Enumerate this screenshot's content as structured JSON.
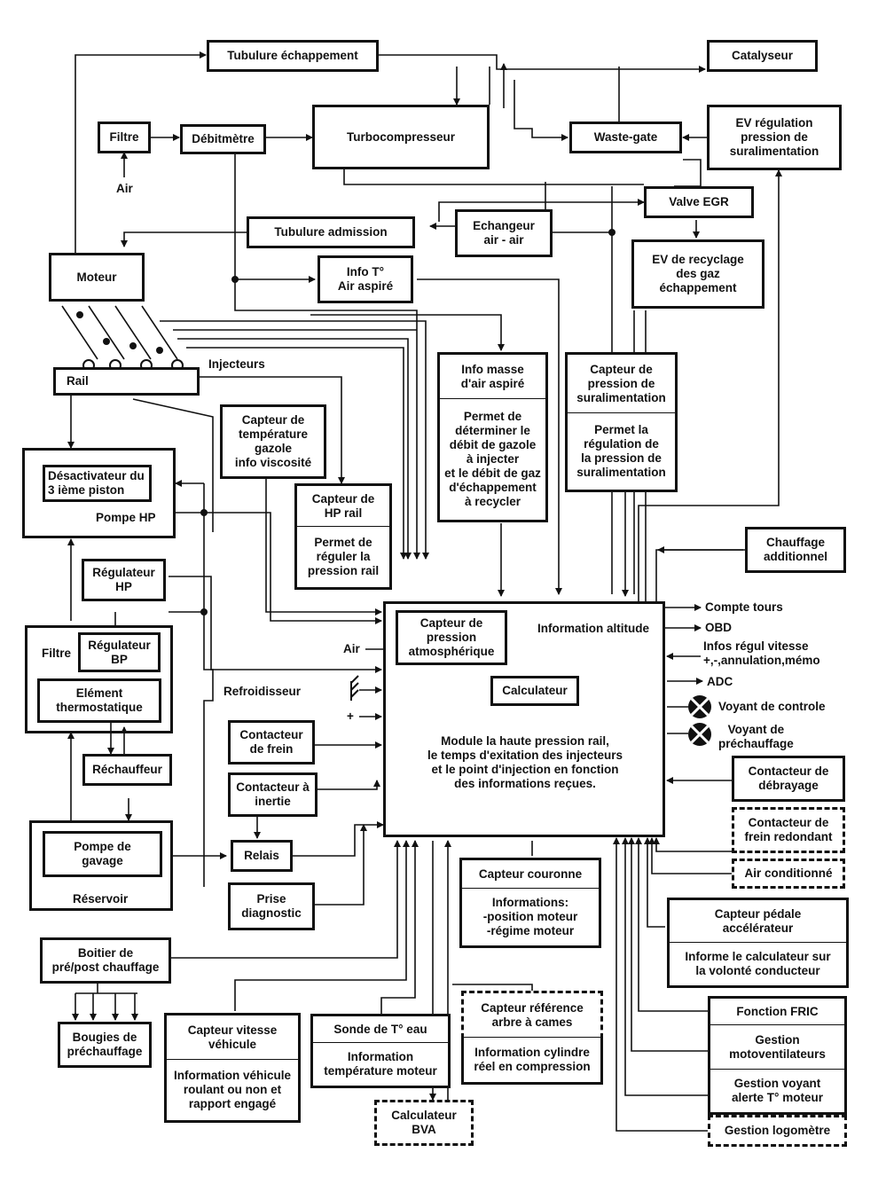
{
  "boxes": {
    "tubulure_echappement": "Tubulure échappement",
    "catalyseur": "Catalyseur",
    "filtre_air": "Filtre",
    "air_in": "Air",
    "debitmetre": "Débitmètre",
    "turbocompresseur": "Turbocompresseur",
    "waste_gate": "Waste-gate",
    "ev_regulation": "EV régulation\npression de\nsuralimentation",
    "valve_egr": "Valve EGR",
    "tubulure_admission": "Tubulure admission",
    "echangeur": "Echangeur\nair - air",
    "ev_recyclage": "EV de recyclage\ndes gaz\néchappement",
    "moteur": "Moteur",
    "info_temp_air": "Info T°\nAir aspiré",
    "injecteurs": "Injecteurs",
    "rail": "Rail",
    "info_masse_air_title": "Info masse\nd'air aspiré",
    "info_masse_air_body": "Permet de\ndéterminer le\ndébit de gazole\nà injecter\net le débit de gaz\nd'échappement\nà recycler",
    "capteur_pression_sural_title": "Capteur de\npression de\nsuralimentation",
    "capteur_pression_sural_body": "Permet la\nrégulation de\nla pression de\nsuralimentation",
    "capteur_temp_gazole": "Capteur de\ntempérature\ngazole\ninfo viscosité",
    "desactivateur": "Désactivateur du\n3 ième piston",
    "pompe_hp": "Pompe HP",
    "capteur_hp_rail_title": "Capteur de\nHP rail",
    "capteur_hp_rail_body": "Permet de\nréguler la\npression rail",
    "chauffage_additionnel": "Chauffage\nadditionnel",
    "regulateur_hp": "Régulateur\nHP",
    "compte_tours": "Compte tours",
    "obd": "OBD",
    "infos_regul_vitesse": "Infos régul vitesse\n+,-,annulation,mémo",
    "adc": "ADC",
    "voyant_controle": "Voyant de controle",
    "voyant_prechauffage": "Voyant de\npréchauffage",
    "filtre_bp": "Filtre",
    "regulateur_bp": "Régulateur\nBP",
    "element_thermo": "Elément\nthermostatique",
    "capteur_pression_atm": "Capteur de\npression\natmosphérique",
    "information_altitude": "Information altitude",
    "air_ecu": "Air",
    "calculateur": "Calculateur",
    "refroidisseur": "Refroidisseur",
    "plus_sign": "+",
    "module_text": "Module la haute pression rail,\nle temps d'exitation des injecteurs\net le point d'injection en fonction\ndes informations reçues.",
    "contacteur_frein": "Contacteur\nde frein",
    "rechauffeur": "Réchauffeur",
    "contacteur_debrayage": "Contacteur de\ndébrayage",
    "contacteur_inertie": "Contacteur à\ninertie",
    "contacteur_frein_redondant": "Contacteur de\nfrein redondant",
    "pompe_gavage": "Pompe de\ngavage",
    "reservoir": "Réservoir",
    "relais": "Relais",
    "air_conditionne": "Air conditionné",
    "capteur_couronne_title": "Capteur couronne",
    "capteur_couronne_body": "Informations:\n-position moteur\n-régime moteur",
    "prise_diagnostic": "Prise\ndiagnostic",
    "capteur_pedale_title": "Capteur pédale\naccélérateur",
    "capteur_pedale_body": "Informe le calculateur sur\nla volonté conducteur",
    "boitier_prechauffage": "Boitier de\npré/post chauffage",
    "capteur_ref_arbre_title": "Capteur référence\narbre à cames",
    "capteur_ref_arbre_body": "Information cylindre\nréel en compression",
    "fonction_fric": "Fonction FRIC",
    "gestion_motoventilateurs": "Gestion\nmotoventilateurs",
    "bougies": "Bougies de\npréchauffage",
    "capteur_vitesse_title": "Capteur vitesse\nvéhicule",
    "capteur_vitesse_body": "Information véhicule\nroulant ou non et\nrapport engagé",
    "sonde_temp_eau_title": "Sonde de T° eau",
    "sonde_temp_eau_body": "Information\ntempérature moteur",
    "gestion_voyant_alerte": "Gestion voyant\nalerte T° moteur",
    "calculateur_bva": "Calculateur\nBVA",
    "gestion_logometre": "Gestion logomètre"
  }
}
